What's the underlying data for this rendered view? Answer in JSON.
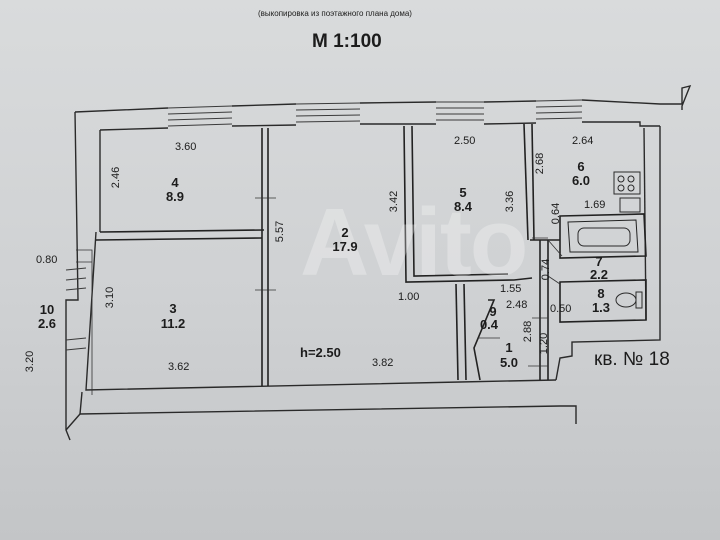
{
  "header": {
    "subtitle": "(выкопировка из поэтажного плана дома)",
    "scale": "М 1:100"
  },
  "apartment_label": "кв. № 18",
  "ceiling_height": "h=2.50",
  "watermark": "Avito",
  "rooms": [
    {
      "number": "1",
      "area": "5.0"
    },
    {
      "number": "2",
      "area": "17.9"
    },
    {
      "number": "3",
      "area": "11.2"
    },
    {
      "number": "4",
      "area": "8.9"
    },
    {
      "number": "5",
      "area": "8.4"
    },
    {
      "number": "6",
      "area": "6.0"
    },
    {
      "number": "7",
      "area": "2.2"
    },
    {
      "number": "8",
      "area": "1.3"
    },
    {
      "number": "9",
      "area": "0.4"
    },
    {
      "number": "10",
      "area": "2.6"
    }
  ],
  "dimensions": {
    "r4_width": "3.60",
    "r4_depth": "2.46",
    "r3_depth": "3.10",
    "r3_width": "3.62",
    "r2_width": "3.82",
    "r2_depth": "5.57",
    "r2_inner": "3.42",
    "r2_door": "1.00",
    "r5_width": "2.50",
    "r5_depth": "3.36",
    "r5_lower": "1.55",
    "r6_width": "2.64",
    "r6_depth": "2.68",
    "r7_width": "1.69",
    "r7_depth_a": "0.64",
    "r7_depth_b": "0.74",
    "r8_width": "0.50",
    "r9_width": "2.48",
    "r1_depth_a": "2.88",
    "r1_depth_b": "1.20",
    "balcony_width": "0.80",
    "balcony_depth": "3.20"
  }
}
